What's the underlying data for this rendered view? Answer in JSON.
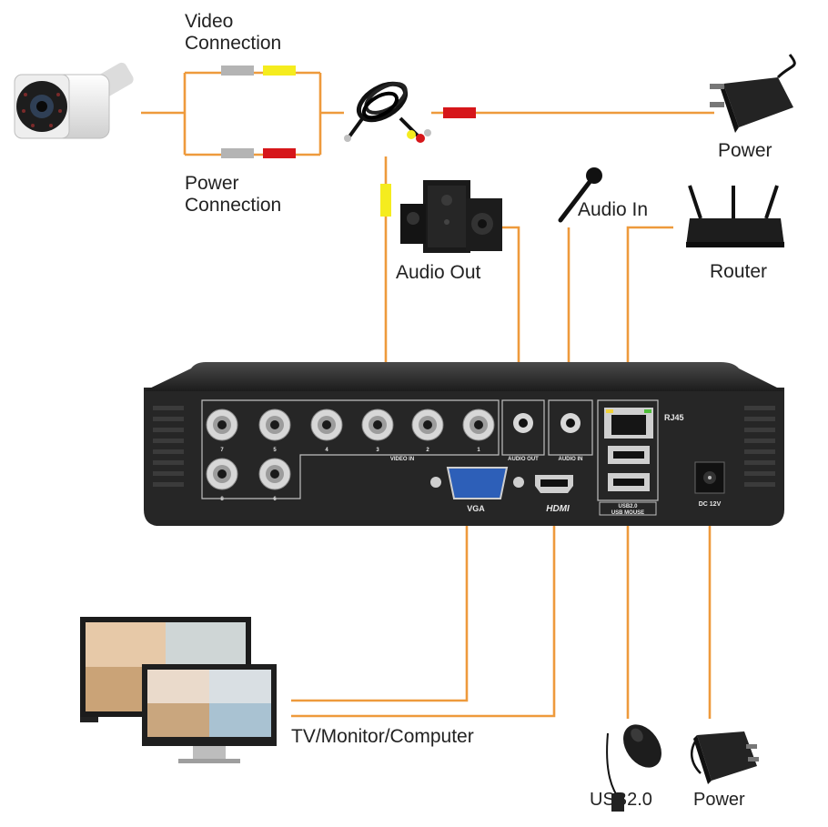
{
  "labels": {
    "video_connection_1": "Video",
    "video_connection_2": "Connection",
    "power_connection_1": "Power",
    "power_connection_2": "Connection",
    "power_top": "Power",
    "audio_in": "Audio In",
    "audio_out": "Audio Out",
    "router": "Router",
    "tv_monitor_computer": "TV/Monitor/Computer",
    "usb20": "USB2.0",
    "power_bottom": "Power"
  },
  "panel": {
    "video_in": "VIDEO IN",
    "audio_out": "AUDIO OUT",
    "audio_in": "AUDIO IN",
    "rj45": "RJ45",
    "vga": "VGA",
    "hdmi": "HDMI",
    "usb_label_1": "USB2.0",
    "usb_label_2": "USB MOUSE",
    "dc": "DC 12V",
    "channels_top": [
      "7",
      "5",
      "4",
      "3",
      "2",
      "1"
    ],
    "channels_bottom": [
      "8",
      "6"
    ]
  },
  "colors": {
    "wire": "#ee9a3c",
    "plug_yellow": "#f5ec1e",
    "plug_red": "#d6161a",
    "plug_gray": "#b4b4b4",
    "dvr_body": "#262626"
  }
}
